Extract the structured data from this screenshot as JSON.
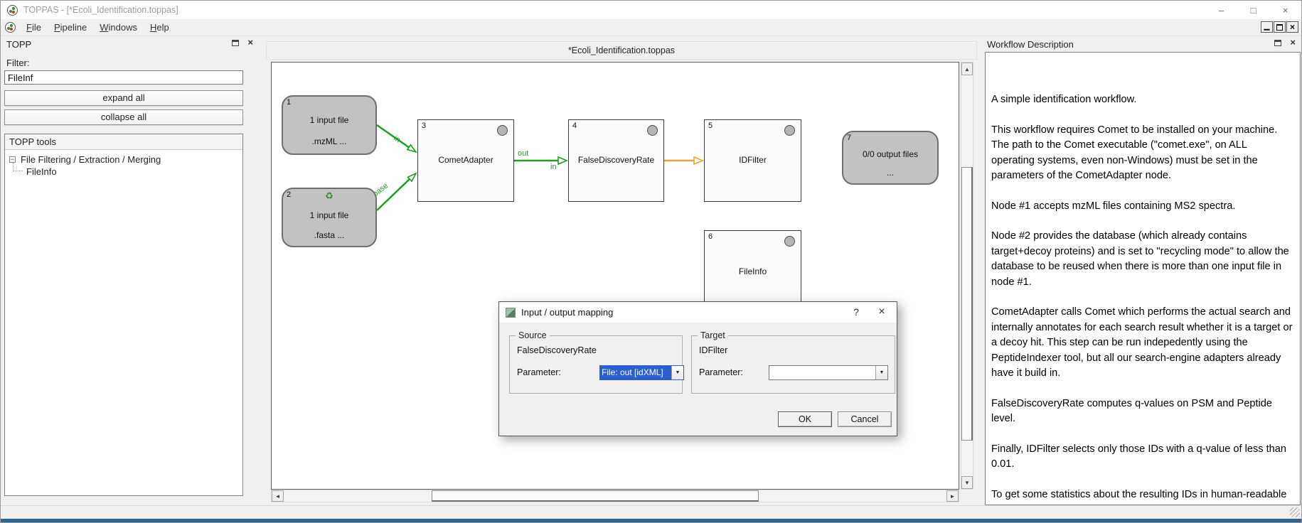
{
  "window": {
    "title": "TOPPAS - [*Ecoli_Identification.toppas]"
  },
  "menubar": {
    "items": [
      "File",
      "Pipeline",
      "Windows",
      "Help"
    ]
  },
  "icons": {
    "minimize": "–",
    "maximize": "□",
    "close": "×",
    "mdi_minimize": "▁",
    "mdi_close": "×",
    "help": "?",
    "recycle": "♻",
    "dropdown": "▼",
    "scroll_up": "▲",
    "scroll_down": "▼",
    "scroll_left": "◄",
    "scroll_right": "►",
    "tree_collapse": "−"
  },
  "left_dock": {
    "title": "TOPP",
    "filter_label": "Filter:",
    "filter_value": "FileInf",
    "expand_all_label": "expand all",
    "collapse_all_label": "collapse all",
    "tools_header": "TOPP tools",
    "tree_group": "File Filtering / Extraction / Merging",
    "tree_child": "FileInfo"
  },
  "canvas": {
    "tab_title": "*Ecoli_Identification.toppas",
    "nodes": [
      {
        "num": "1",
        "line1": "1 input file",
        "line2": ".mzML ..."
      },
      {
        "num": "2",
        "line1": "1 input file",
        "line2": ".fasta ..."
      },
      {
        "num": "3",
        "label": "CometAdapter"
      },
      {
        "num": "4",
        "label": "FalseDiscoveryRate"
      },
      {
        "num": "5",
        "label": "IDFilter"
      },
      {
        "num": "6",
        "label": "FileInfo"
      },
      {
        "num": "7",
        "line1": "0/0 output files",
        "line2": "..."
      }
    ],
    "edge_labels": {
      "in_spectra": "in",
      "database": "database",
      "out": "out",
      "in_fdr": "in"
    }
  },
  "dialog": {
    "title": "Input / output mapping",
    "source_group": "Source",
    "source_node": "FalseDiscoveryRate",
    "source_param_label": "Parameter:",
    "source_value": "File: out [idXML]",
    "target_group": "Target",
    "target_node": "IDFilter",
    "target_param_label": "Parameter:",
    "target_value": "",
    "ok_label": "OK",
    "cancel_label": "Cancel"
  },
  "right_dock": {
    "title": "Workflow Description",
    "paragraphs": [
      "A simple identification workflow.",
      "This workflow requires Comet to be installed on your machine. The path to the Comet executable (\"comet.exe\", on ALL operating systems, even non-Windows) must be set in the parameters of the CometAdapter node.",
      "Node #1 accepts mzML files containing MS2 spectra.",
      "Node #2 provides the database (which already contains target+decoy proteins) and is set to \"recycling mode\" to allow the database to be reused when there is more than one input file in node #1.",
      "CometAdapter calls Comet which performs the actual search and internally annotates for each search result whether it is a target or a decoy hit. This step can be run indepedently using the PeptideIndexer tool, but all our search-engine adapters already have it build in.",
      "FalseDiscoveryRate computes q-values on PSM and Peptide level.",
      "Finally, IDFilter selects only those IDs with a q-value of less than 0.01.",
      "To get some statistics about the resulting IDs in human-readable text format, we call 'FileInfo' on it (see the Log-Window for its output)."
    ]
  },
  "colors": {
    "edge_green": "#1f9d1f",
    "edge_orange": "#f0a432",
    "selection_blue": "#2a5fd0",
    "node_gray": "#c2c2c2",
    "bottom_strip_blue": "#2f6391"
  }
}
